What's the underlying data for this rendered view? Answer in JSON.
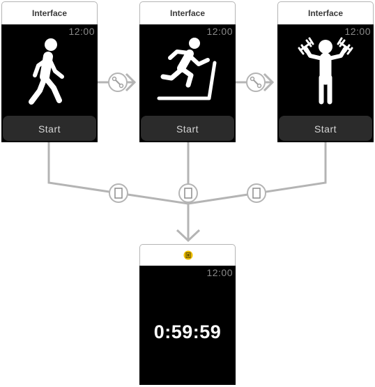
{
  "scenes": [
    {
      "title": "Interface",
      "time": "12:00",
      "icon": "walking-person-icon",
      "button_label": "Start"
    },
    {
      "title": "Interface",
      "time": "12:00",
      "icon": "treadmill-runner-icon",
      "button_label": "Start"
    },
    {
      "title": "Interface",
      "time": "12:00",
      "icon": "weightlifter-icon",
      "button_label": "Start"
    }
  ],
  "timer_scene": {
    "time": "12:00",
    "timer": "0:59:59",
    "header_icon": "scene-entry-icon"
  },
  "segues": {
    "relationship_icon": "relationship-segue-icon",
    "modal_icon": "modal-segue-icon"
  },
  "colors": {
    "connector": "#b4b4b4",
    "screen_background": "#000000",
    "button_background": "#2b2b2b",
    "entry_icon": "#f0c000"
  }
}
